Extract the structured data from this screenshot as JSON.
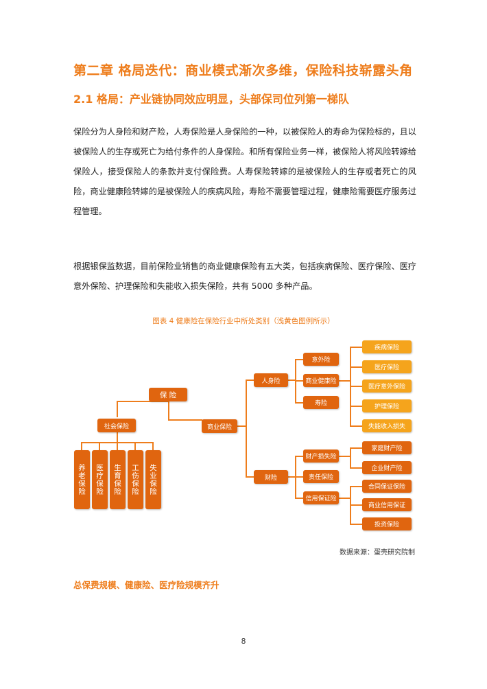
{
  "chapter_title": "第二章 格局迭代：商业模式渐次多维，保险科技崭露头角",
  "section_title": "2.1 格局：产业链协同效应明显，头部保司位列第一梯队",
  "paragraph_1": "保险分为人身险和财产险，人寿保险是人身保险的一种，以被保险人的寿命为保险标的，且以被保险人的生存或死亡为给付条件的人身保险。和所有保险业务一样，被保险人将风险转嫁给保险人，接受保险人的条款并支付保险费。人寿保险转嫁的是被保险人的生存或者死亡的风险，商业健康险转嫁的是被保险人的疾病风险，寿险不需要管理过程，健康险需要医疗服务过程管理。",
  "paragraph_2": "根据银保监数据，目前保险业销售的商业健康保险有五大类，包括疾病保险、医疗保险、医疗意外保险、护理保险和失能收入损失保险，共有 5000 多种产品。",
  "figure_caption": "图表 4 健康险在保险行业中所处类别（浅黄色图例所示）",
  "diagram": {
    "root": "保 险",
    "social": "社会保险",
    "social_children": [
      "养老保险",
      "医疗保险",
      "生育保险",
      "工伤保险",
      "失业保险"
    ],
    "commercial": "商业保险",
    "life": "人身险",
    "life_children": [
      "意外险",
      "商业健康险",
      "寿险"
    ],
    "health_children": [
      "疾病保险",
      "医疗保险",
      "医疗意外保险",
      "护理保险",
      "失能收入损失"
    ],
    "property": "财险",
    "property_children": [
      "财产损失险",
      "责任保险",
      "信用保证险"
    ],
    "property_loss_children": [
      "家庭财产险",
      "企业财产险"
    ],
    "credit_children": [
      "合同保证保险",
      "商业信用保证",
      "投资保险"
    ],
    "colors": {
      "dark": "#e0650f",
      "light": "#f5a41c",
      "line": "#ee7d1c"
    }
  },
  "data_source": "数据来源：蛋壳研究院制",
  "subheading": "总保费规模、健康险、医疗险规模齐升",
  "page_number": "8"
}
